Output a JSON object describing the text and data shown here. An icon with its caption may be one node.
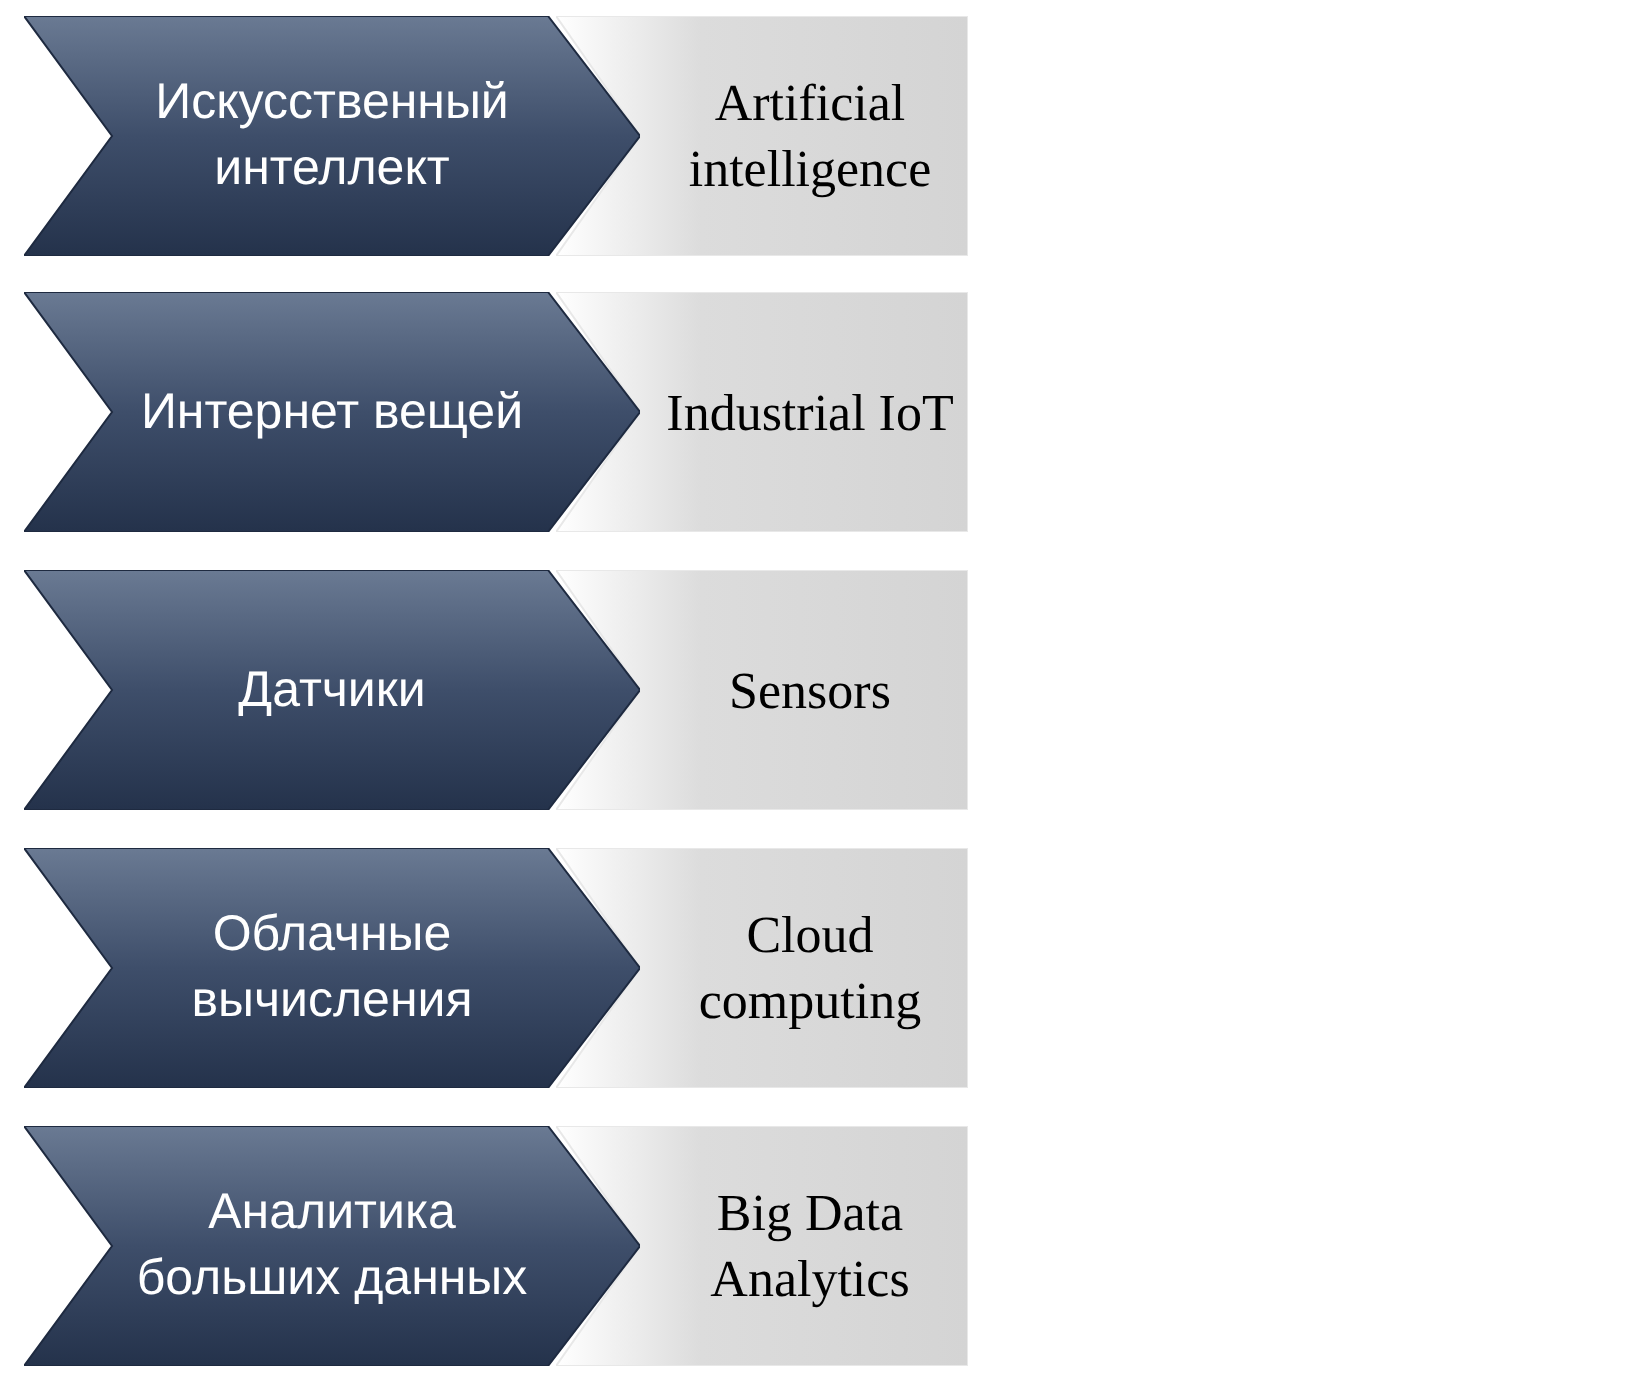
{
  "diagram": {
    "nodes": [
      {
        "text": [
          "Искусственный интеллект"
        ]
      },
      {
        "text": [
          "Artificial intelligence"
        ]
      },
      {
        "text": [
          "Интернет вещей"
        ]
      },
      {
        "text": [
          "Industrial IoT"
        ]
      },
      {
        "text": [
          "Датчики"
        ]
      },
      {
        "text": [
          "Sensors"
        ]
      },
      {
        "text": [
          "Облачные вычисления"
        ]
      },
      {
        "text": [
          "Cloud computing"
        ]
      },
      {
        "text": [
          "Аналитика больших данных"
        ]
      },
      {
        "text": [
          "Big Data Analytics"
        ]
      }
    ]
  }
}
